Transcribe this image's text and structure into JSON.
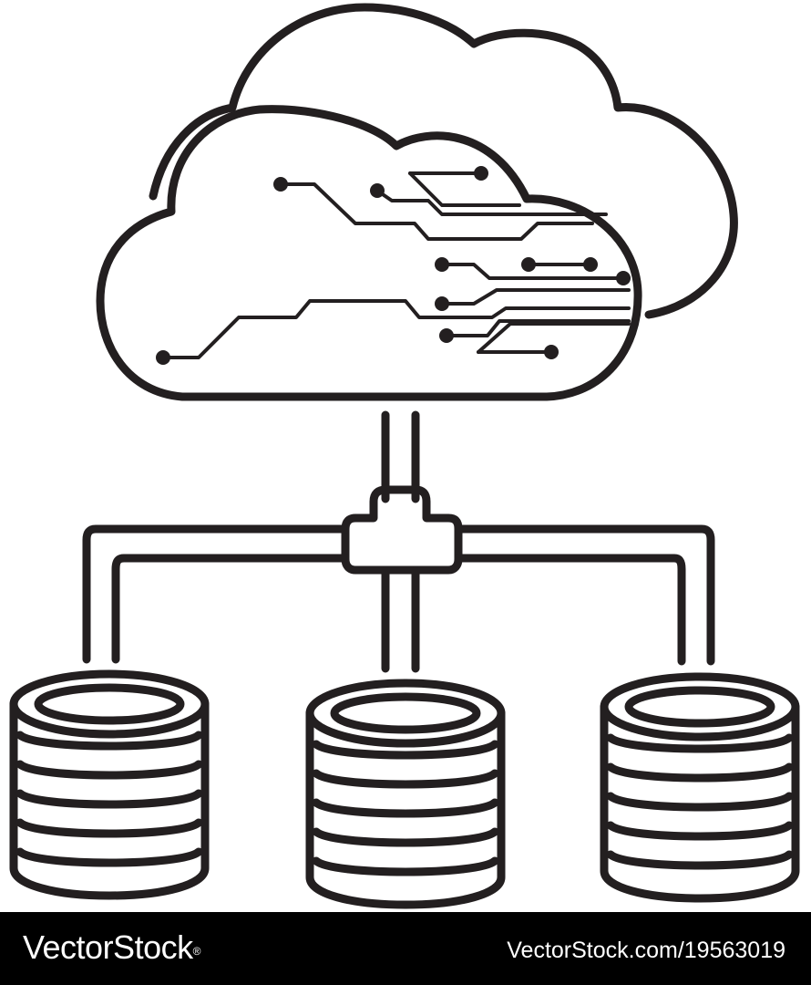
{
  "illustration": {
    "subject_icons": [
      "cloud-icon",
      "circuit-icon",
      "database-icon",
      "connector-icon"
    ],
    "stroke_color": "#231f20",
    "background_color": "#ffffff",
    "database_count": 3
  },
  "footer": {
    "brand": "VectorStock",
    "brand_mark": "®",
    "stock_id": "VectorStock.com/19563019",
    "background_color": "#000000",
    "text_color": "#ffffff"
  }
}
